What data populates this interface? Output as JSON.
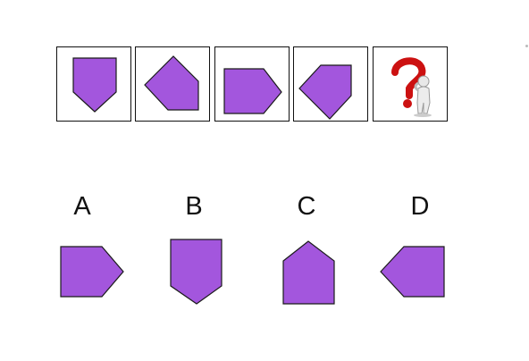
{
  "colors": {
    "shape_fill": "#a356dd",
    "border": "#111111",
    "question_mark": "#cc1111"
  },
  "sequence": [
    {
      "shape": "pentagon-point-down",
      "icon": "pentagon-down-icon"
    },
    {
      "shape": "pentagon-point-up-left",
      "icon": "pentagon-up-left-icon"
    },
    {
      "shape": "pentagon-point-right",
      "icon": "pentagon-right-icon"
    },
    {
      "shape": "pentagon-point-down-left",
      "icon": "pentagon-down-left-icon"
    },
    {
      "shape": "unknown",
      "icon": "question-figure-icon"
    }
  ],
  "options": [
    {
      "label": "A",
      "shape": "pentagon-point-right"
    },
    {
      "label": "B",
      "shape": "pentagon-point-down"
    },
    {
      "label": "C",
      "shape": "pentagon-point-up"
    },
    {
      "label": "D",
      "shape": "pentagon-point-left"
    }
  ]
}
